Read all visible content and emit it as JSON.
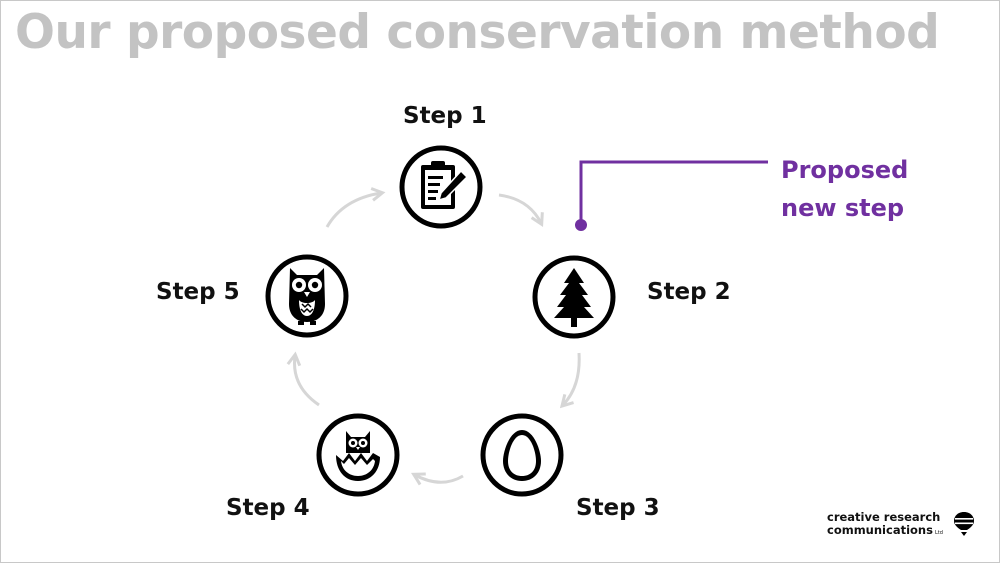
{
  "slide": {
    "title": "Our proposed conservation method"
  },
  "steps": [
    {
      "label": "Step 1",
      "icon": "clipboard-pencil-icon"
    },
    {
      "label": "Step 2",
      "icon": "pine-tree-icon"
    },
    {
      "label": "Step 3",
      "icon": "egg-icon"
    },
    {
      "label": "Step 4",
      "icon": "hatching-owl-icon"
    },
    {
      "label": "Step 5",
      "icon": "owl-icon"
    }
  ],
  "callout": {
    "line1": "Proposed",
    "line2": "new step",
    "color": "#7030a0"
  },
  "logo": {
    "line1": "creative research",
    "line2": "communications",
    "suffix": "Ltd"
  },
  "colors": {
    "title": "#c3c3c3",
    "arrow": "#d6d6d6",
    "icon": "#000000"
  }
}
